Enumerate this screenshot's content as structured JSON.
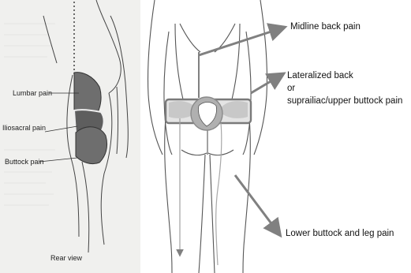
{
  "left_figure": {
    "labels": {
      "lumbar": "Lumbar pain",
      "iliosacral": "Iliosacral pain",
      "buttock": "Buttock pain",
      "view": "Rear view"
    }
  },
  "right_figure": {
    "callouts": {
      "midline": "Midline back pain",
      "lateral_line1": "Lateralized back",
      "lateral_line2": "or",
      "lateral_line3": "suprailiac/upper buttock pain",
      "lower": "Lower buttock and leg pain"
    }
  },
  "colors": {
    "pain_region_fill": "#6e6e6e",
    "arrow": "#808080",
    "outline": "#555555",
    "ilium_shade": "#c8c8c8"
  }
}
